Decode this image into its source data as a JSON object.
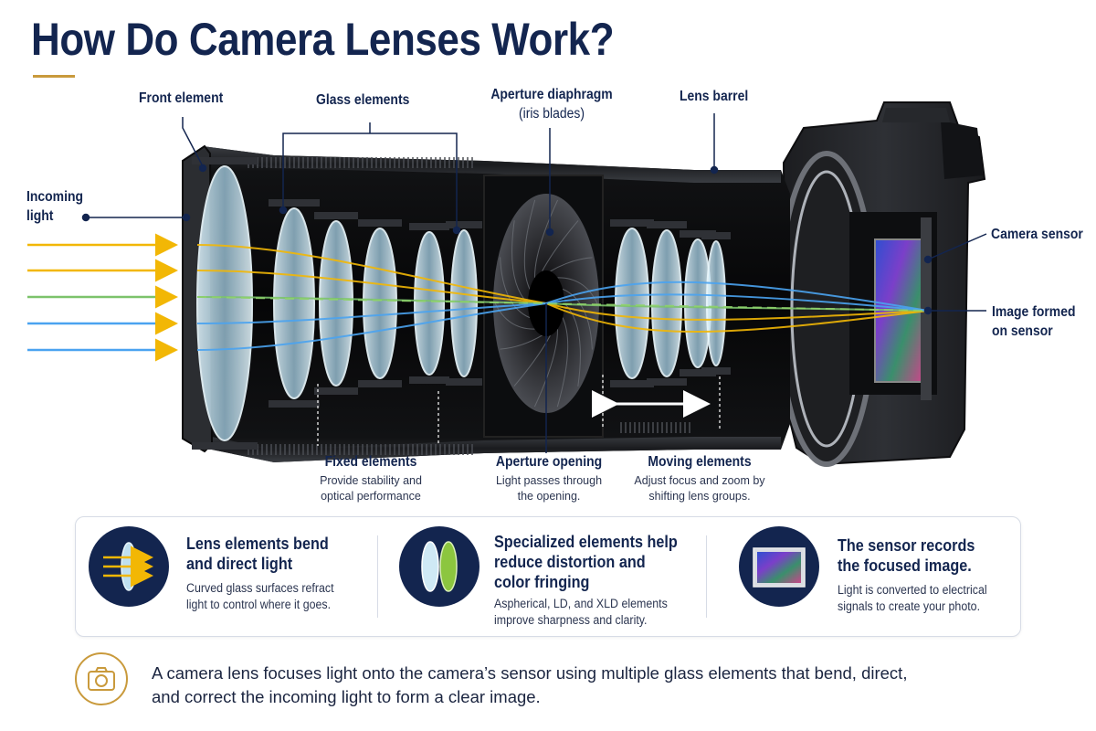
{
  "title": "How Do Camera Lenses Work?",
  "colors": {
    "navy": "#13254f",
    "gold": "#c99a3c",
    "ray_yellow": "#f2b705",
    "ray_green": "#7cc36b",
    "ray_blue": "#4aa3f0",
    "glass": "#bfe0ef"
  },
  "labels": {
    "front_element": "Front element",
    "glass_elements": "Glass elements",
    "aperture_diaphragm_1": "Aperture diaphragm",
    "aperture_diaphragm_2": "(iris blades)",
    "lens_barrel": "Lens barrel",
    "incoming_light_1": "Incoming",
    "incoming_light_2": "light",
    "camera_sensor": "Camera sensor",
    "image_formed_1": "Image formed",
    "image_formed_2": "on sensor",
    "fixed_title": "Fixed elements",
    "fixed_desc_1": "Provide stability and",
    "fixed_desc_2": "optical performance",
    "opening_title": "Aperture opening",
    "opening_desc_1": "Light passes through",
    "opening_desc_2": "the opening.",
    "moving_title": "Moving elements",
    "moving_desc_1": "Adjust focus and zoom by",
    "moving_desc_2": "shifting lens groups."
  },
  "cards": [
    {
      "icon": "refracting-lens-icon",
      "title_1": "Lens elements bend",
      "title_2": "and direct light",
      "title_3": "",
      "body_1": "Curved glass surfaces refract",
      "body_2": "light to control where it goes."
    },
    {
      "icon": "specialized-lens-elements-icon",
      "title_1": "Specialized elements help",
      "title_2": "reduce distortion and",
      "title_3": "color fringing",
      "body_1": "Aspherical, LD, and XLD elements",
      "body_2": "improve sharpness and clarity."
    },
    {
      "icon": "image-sensor-icon",
      "title_1": "The sensor records",
      "title_2": "the focused image.",
      "title_3": "",
      "body_1": "Light is converted to electrical",
      "body_2": "signals to create your photo."
    }
  ],
  "footer": {
    "icon": "camera-icon",
    "line_1": "A camera lens focuses light onto the camera’s sensor using multiple glass elements that bend, direct,",
    "line_2": "and correct the incoming light to form a clear image."
  }
}
